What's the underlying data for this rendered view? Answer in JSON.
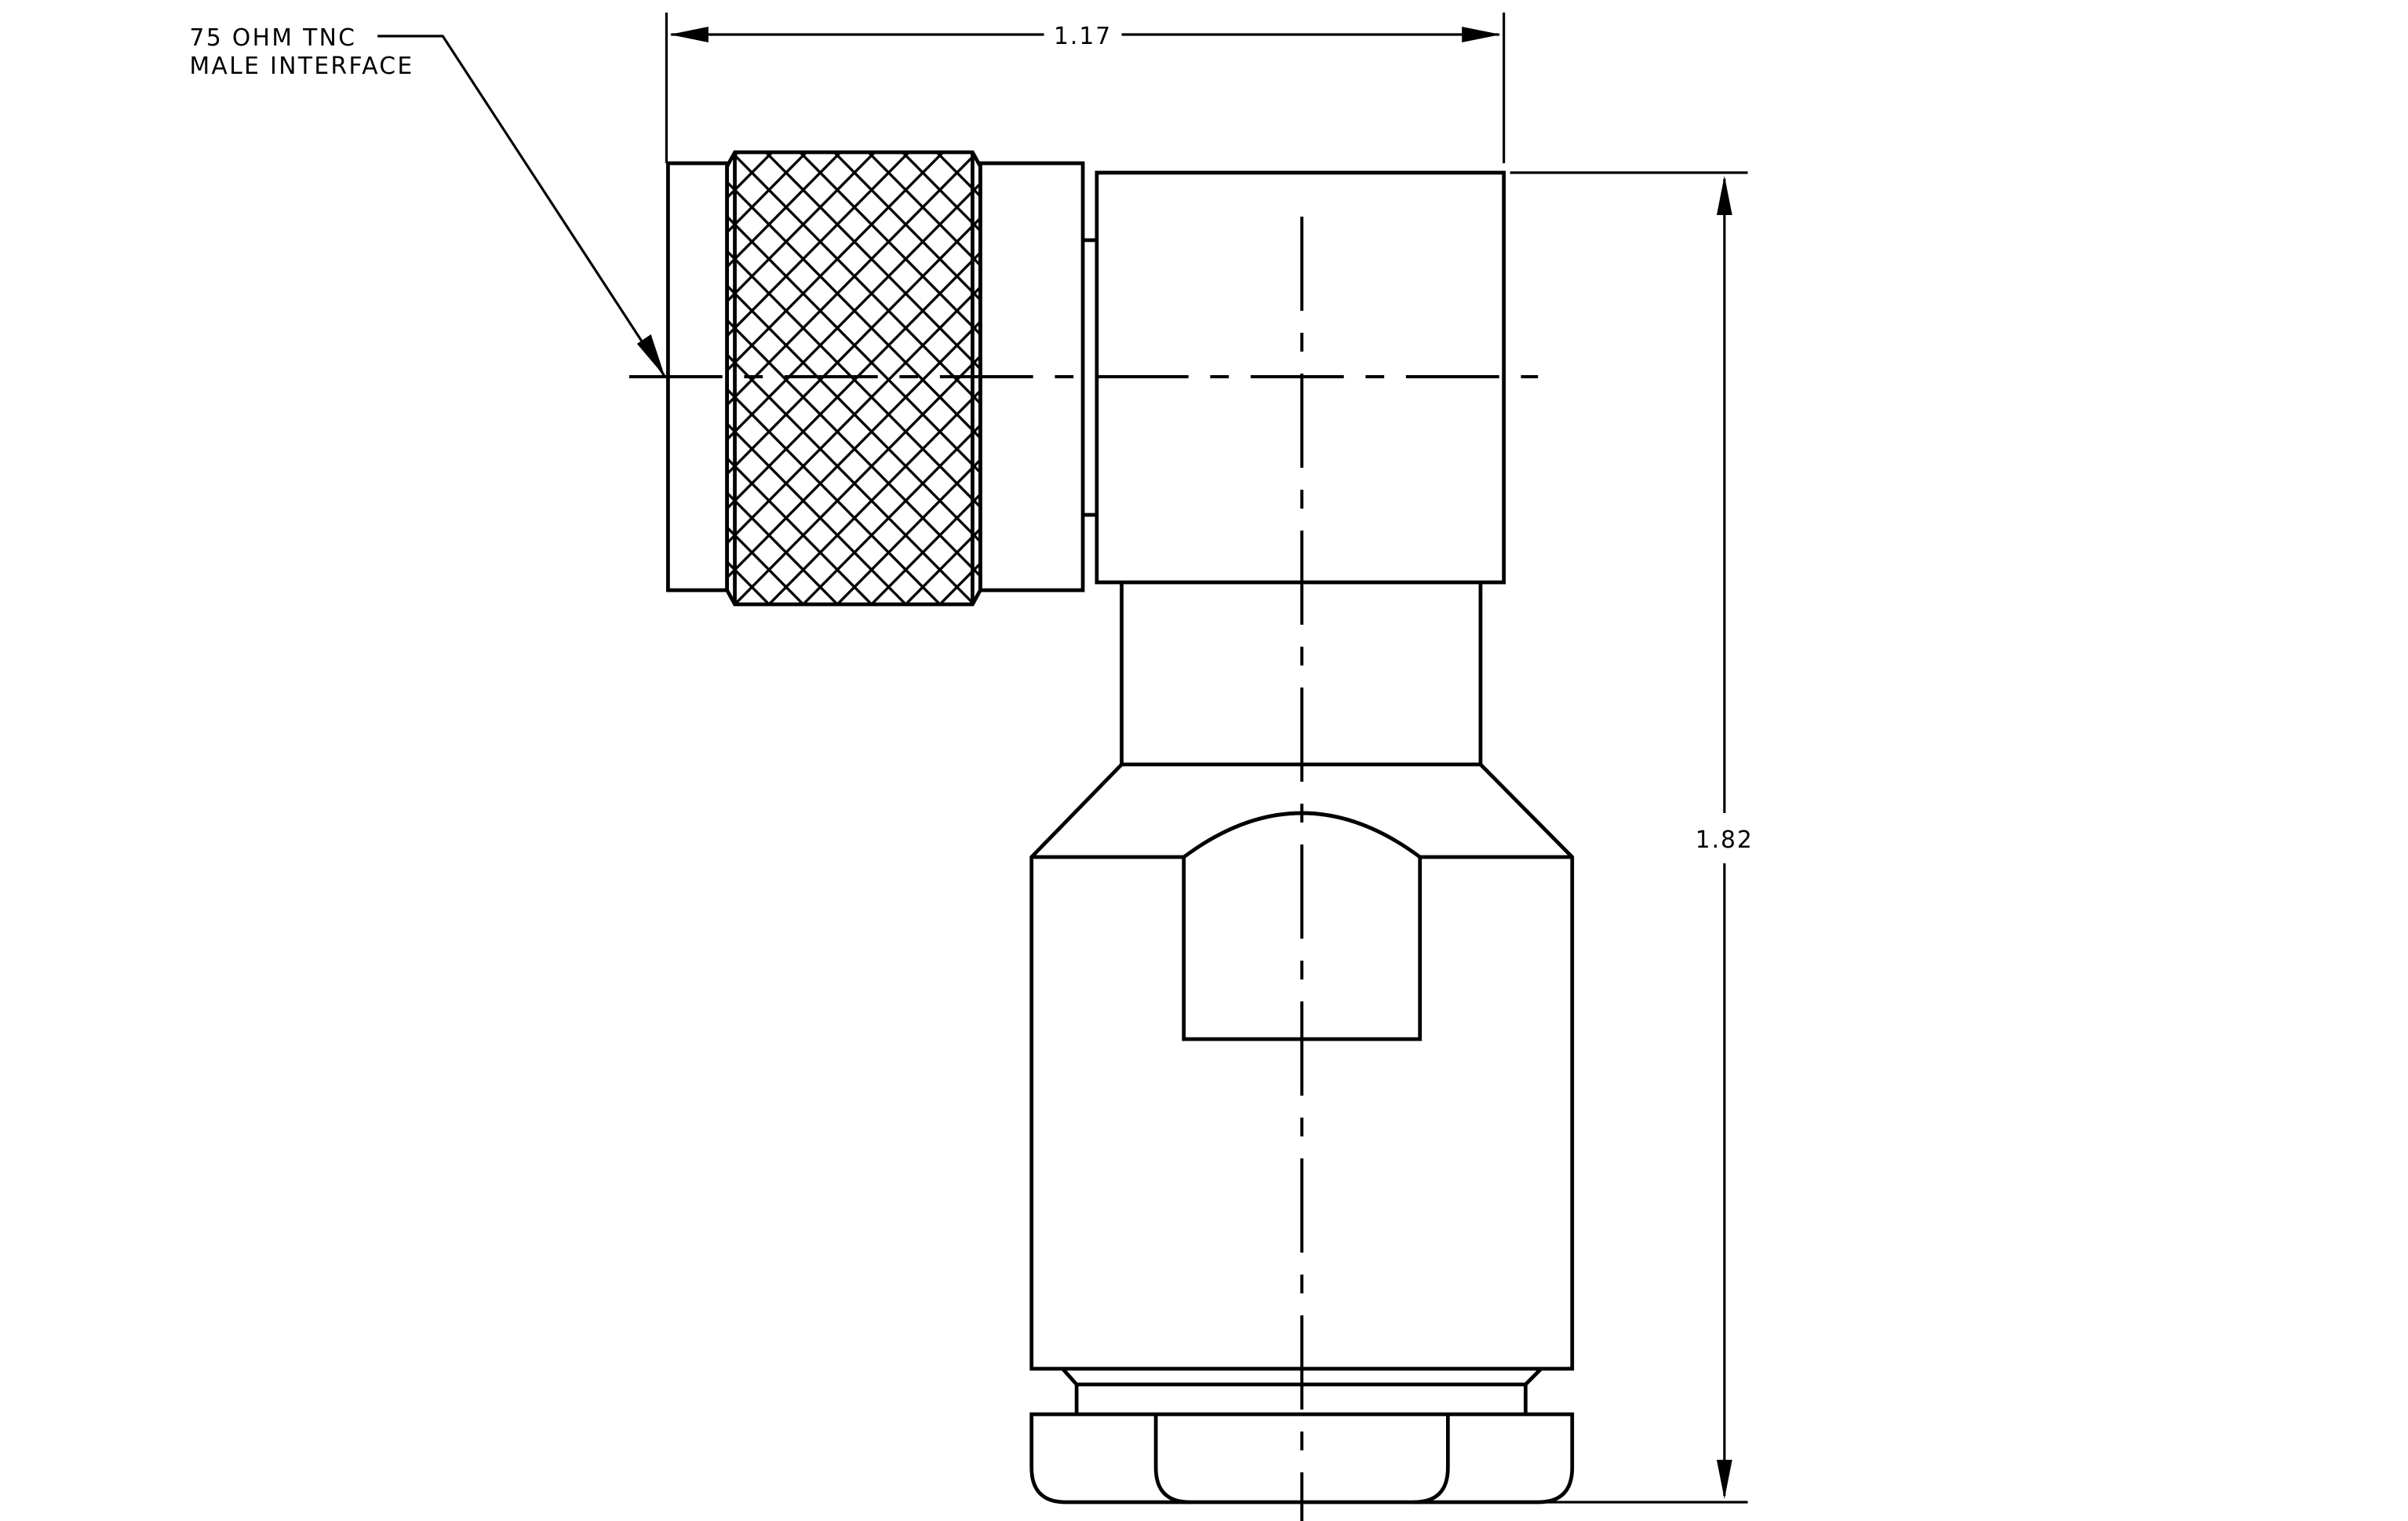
{
  "drawing": {
    "label_line1": "75 OHM TNC",
    "label_line2": "MALE INTERFACE",
    "dim_width": "1.17",
    "dim_height": "1.82",
    "line_color": "#000000",
    "background": "#ffffff"
  }
}
